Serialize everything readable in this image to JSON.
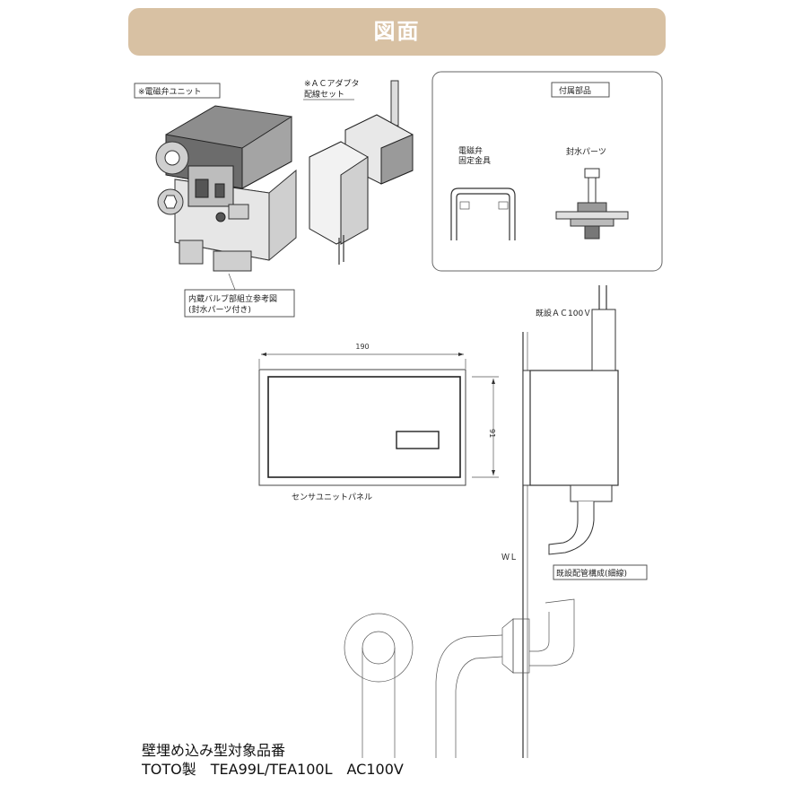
{
  "header": {
    "title": "図面"
  },
  "labels": {
    "solenoid_unit": "※電磁弁ユニット",
    "ac_adapter_line1": "※ＡＣアダプタ",
    "ac_adapter_line2": "配線セット",
    "accessories": "付属部品",
    "bracket_line1": "電磁弁",
    "bracket_line2": "固定金具",
    "seal_parts": "封水パーツ",
    "valve_assembly_line1": "内蔵バルブ部組立参考図",
    "valve_assembly_line2": "(封水パーツ付き)",
    "existing_ac": "既設ＡＣ100Ｖ",
    "sensor_panel": "センサユニットパネル",
    "wall_line": "ＷＬ",
    "existing_piping": "既設配管構成(細線)"
  },
  "dimensions": {
    "width": "190",
    "height": "91"
  },
  "footer": {
    "line1": "壁埋め込み型対象品番",
    "line2": "TOTO製　TEA99L/TEA100L　AC100V"
  },
  "colors": {
    "banner": "#d8c1a3",
    "banner_text": "#ffffff",
    "line": "#333333"
  }
}
